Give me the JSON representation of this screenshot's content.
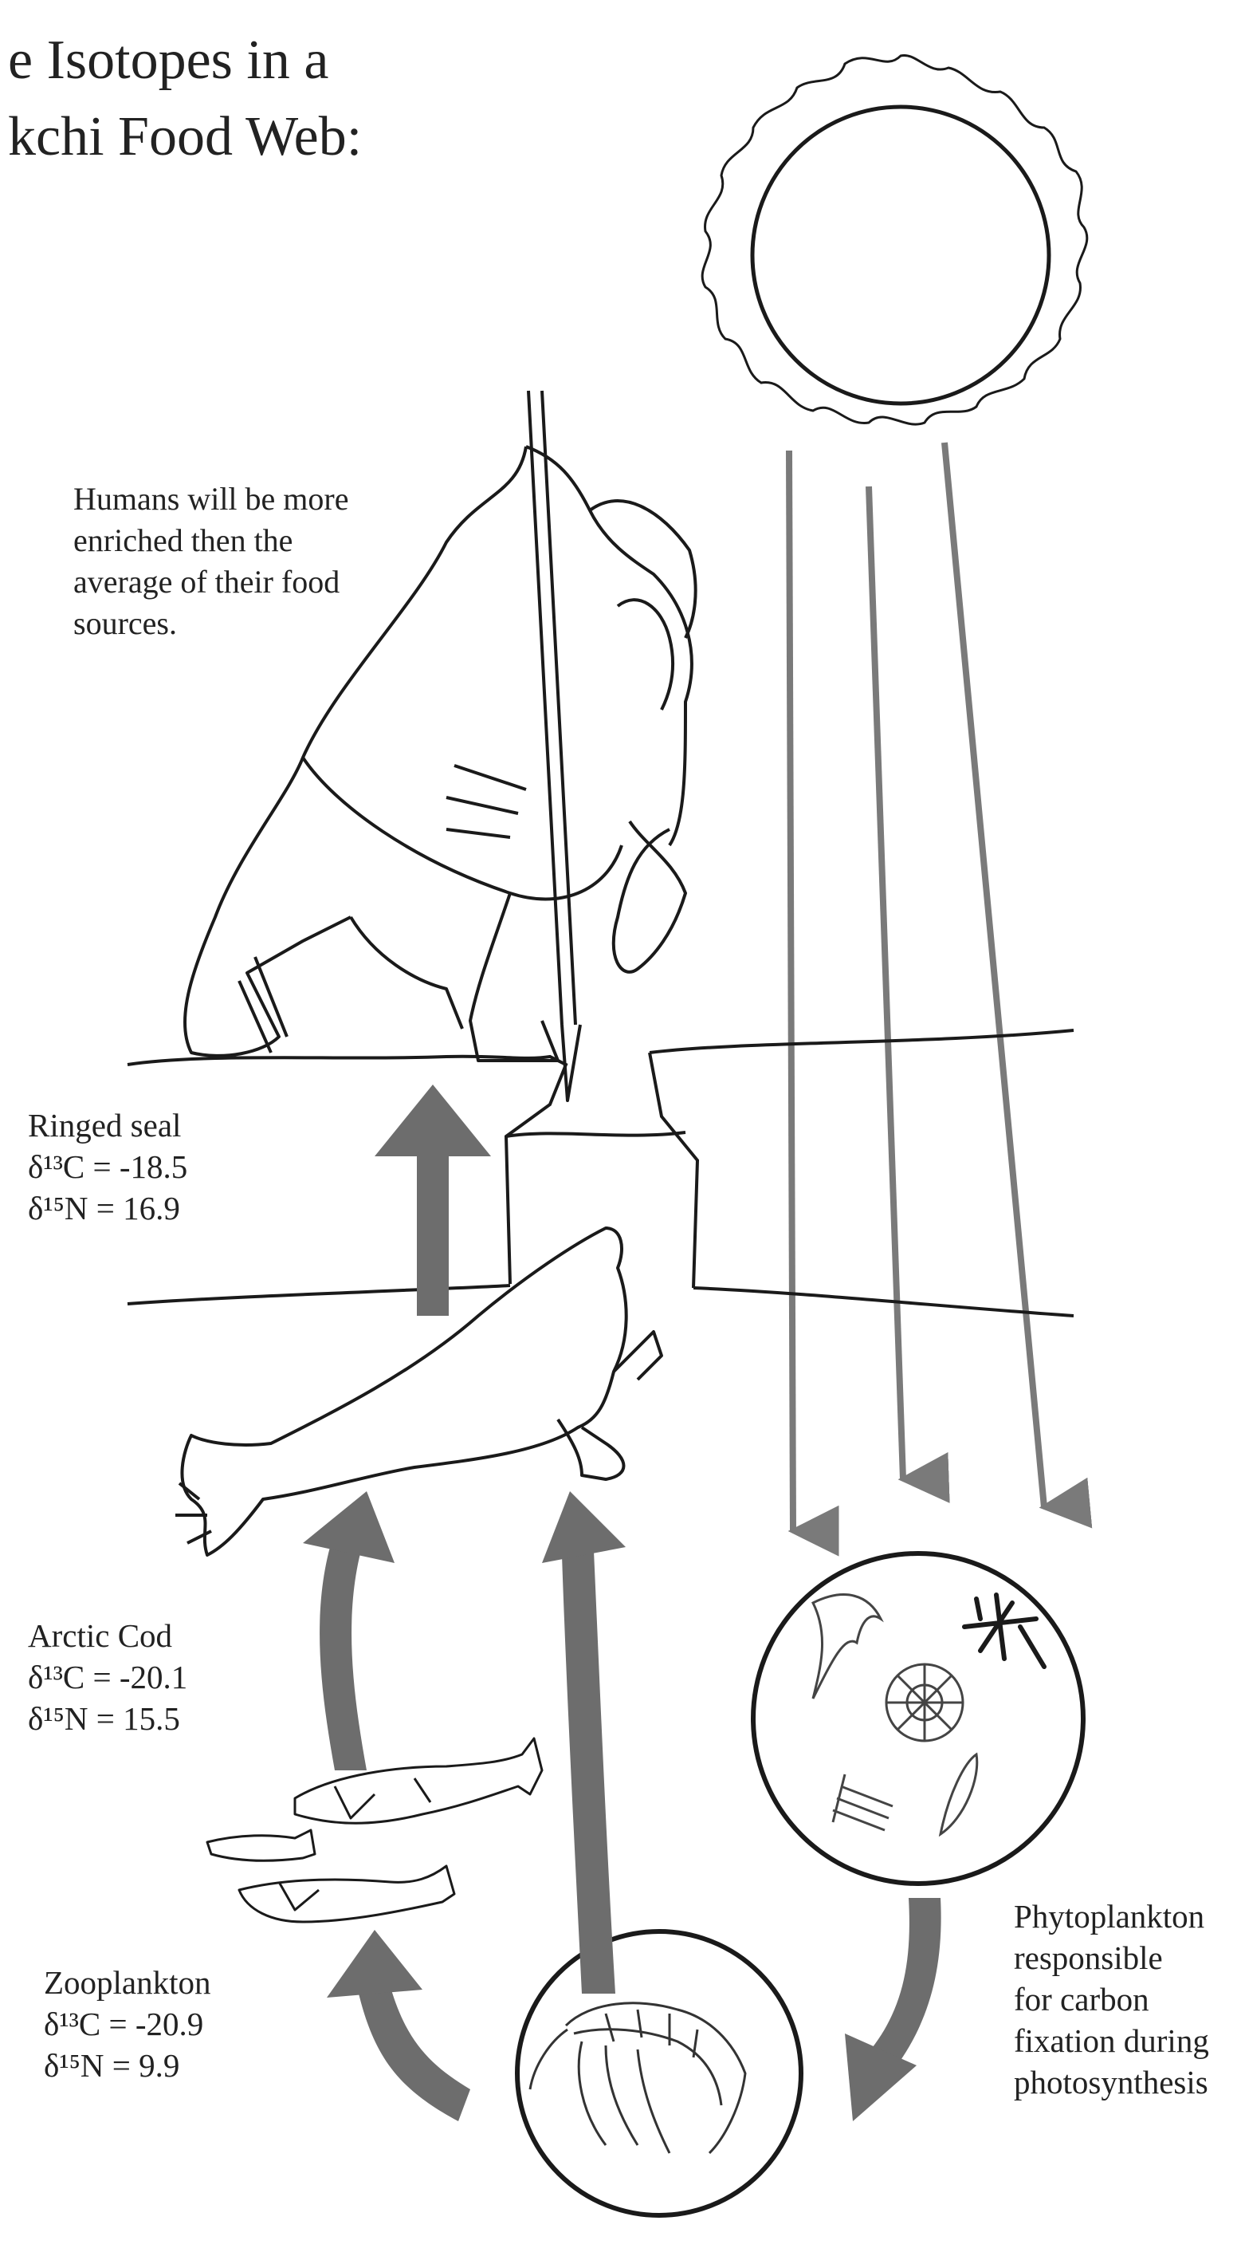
{
  "title": {
    "line1": "e Isotopes in a",
    "line2": "kchi Food Web:"
  },
  "human_note": "Humans will be more enriched then the average of their food sources.",
  "organisms": [
    {
      "name": "Ringed seal",
      "d13c": "δ¹³C = -18.5",
      "d15n": "δ¹⁵N = 16.9"
    },
    {
      "name": "Arctic Cod",
      "d13c": "δ¹³C = -20.1",
      "d15n": "δ¹⁵N = 15.5"
    },
    {
      "name": "Zooplankton",
      "d13c": "δ¹³C = -20.9",
      "d15n": "δ¹⁵N = 9.9"
    }
  ],
  "phytoplankton_note": [
    "Phytoplankton",
    "responsible",
    "for carbon",
    "fixation during",
    "photosynthesis"
  ],
  "colors": {
    "line_art": "#1a1a1a",
    "flow_arrow": "#6d6d6d",
    "sun_ray_arrow": "#7a7a7a",
    "background": "#ffffff"
  },
  "icons": [
    "sun-icon",
    "hunter-figure",
    "ringed-seal-figure",
    "arctic-cod-figure",
    "zooplankton-figure",
    "phytoplankton-cluster"
  ]
}
